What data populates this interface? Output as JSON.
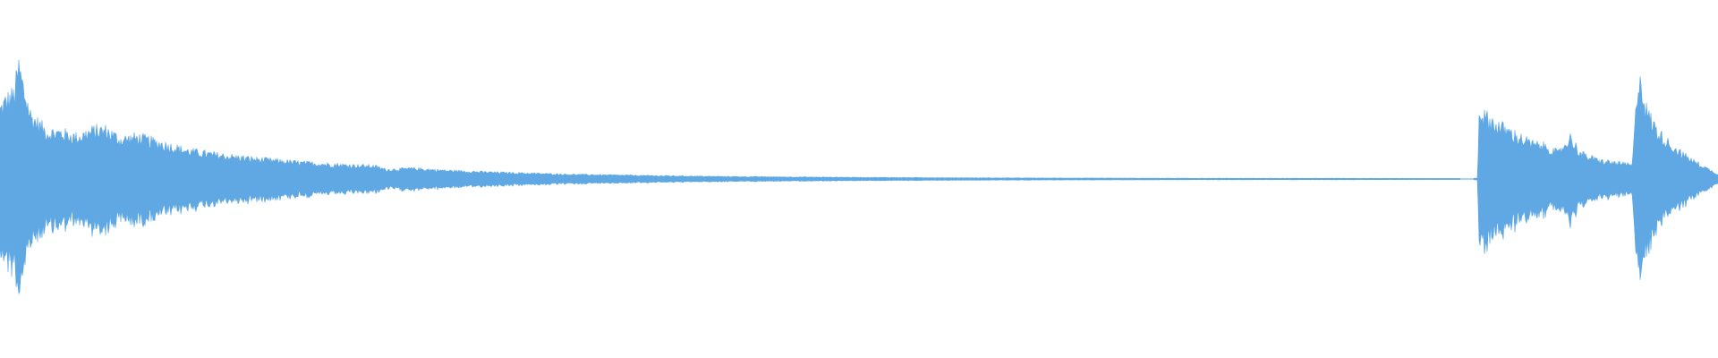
{
  "colors": {
    "background": "#ffffff",
    "waveform": "#5fa8e3"
  },
  "waveform": {
    "channels": 1,
    "segments": [
      {
        "name": "segment-1",
        "envelope": [
          [
            0.0,
            0.3
          ],
          [
            0.004,
            0.34
          ],
          [
            0.008,
            0.36
          ],
          [
            0.011,
            0.48
          ],
          [
            0.014,
            0.38
          ],
          [
            0.018,
            0.27
          ],
          [
            0.022,
            0.24
          ],
          [
            0.028,
            0.2
          ],
          [
            0.035,
            0.2
          ],
          [
            0.045,
            0.18
          ],
          [
            0.055,
            0.21
          ],
          [
            0.062,
            0.21
          ],
          [
            0.07,
            0.17
          ],
          [
            0.08,
            0.18
          ],
          [
            0.095,
            0.15
          ],
          [
            0.11,
            0.12
          ],
          [
            0.13,
            0.1
          ],
          [
            0.15,
            0.085
          ],
          [
            0.175,
            0.07
          ],
          [
            0.2,
            0.06
          ],
          [
            0.218,
            0.055
          ],
          [
            0.225,
            0.04
          ],
          [
            0.24,
            0.045
          ],
          [
            0.26,
            0.036
          ],
          [
            0.29,
            0.028
          ],
          [
            0.33,
            0.02
          ],
          [
            0.38,
            0.014
          ],
          [
            0.43,
            0.01
          ],
          [
            0.5,
            0.007
          ],
          [
            0.56,
            0.005
          ],
          [
            0.62,
            0.004
          ],
          [
            0.7,
            0.003
          ],
          [
            0.78,
            0.003
          ],
          [
            0.85,
            0.002
          ]
        ]
      },
      {
        "name": "segment-2",
        "envelope": [
          [
            0.858,
            0.004
          ],
          [
            0.86,
            0.003
          ],
          [
            0.861,
            0.3
          ],
          [
            0.864,
            0.27
          ],
          [
            0.872,
            0.23
          ],
          [
            0.882,
            0.19
          ],
          [
            0.892,
            0.15
          ],
          [
            0.9,
            0.14
          ],
          [
            0.907,
            0.11
          ],
          [
            0.914,
            0.18
          ],
          [
            0.92,
            0.11
          ],
          [
            0.93,
            0.08
          ],
          [
            0.94,
            0.07
          ],
          [
            0.95,
            0.06
          ],
          [
            0.954,
            0.47
          ],
          [
            0.958,
            0.3
          ],
          [
            0.965,
            0.2
          ],
          [
            0.975,
            0.13
          ],
          [
            0.985,
            0.08
          ],
          [
            0.995,
            0.04
          ],
          [
            1.0,
            0.02
          ]
        ]
      }
    ]
  }
}
